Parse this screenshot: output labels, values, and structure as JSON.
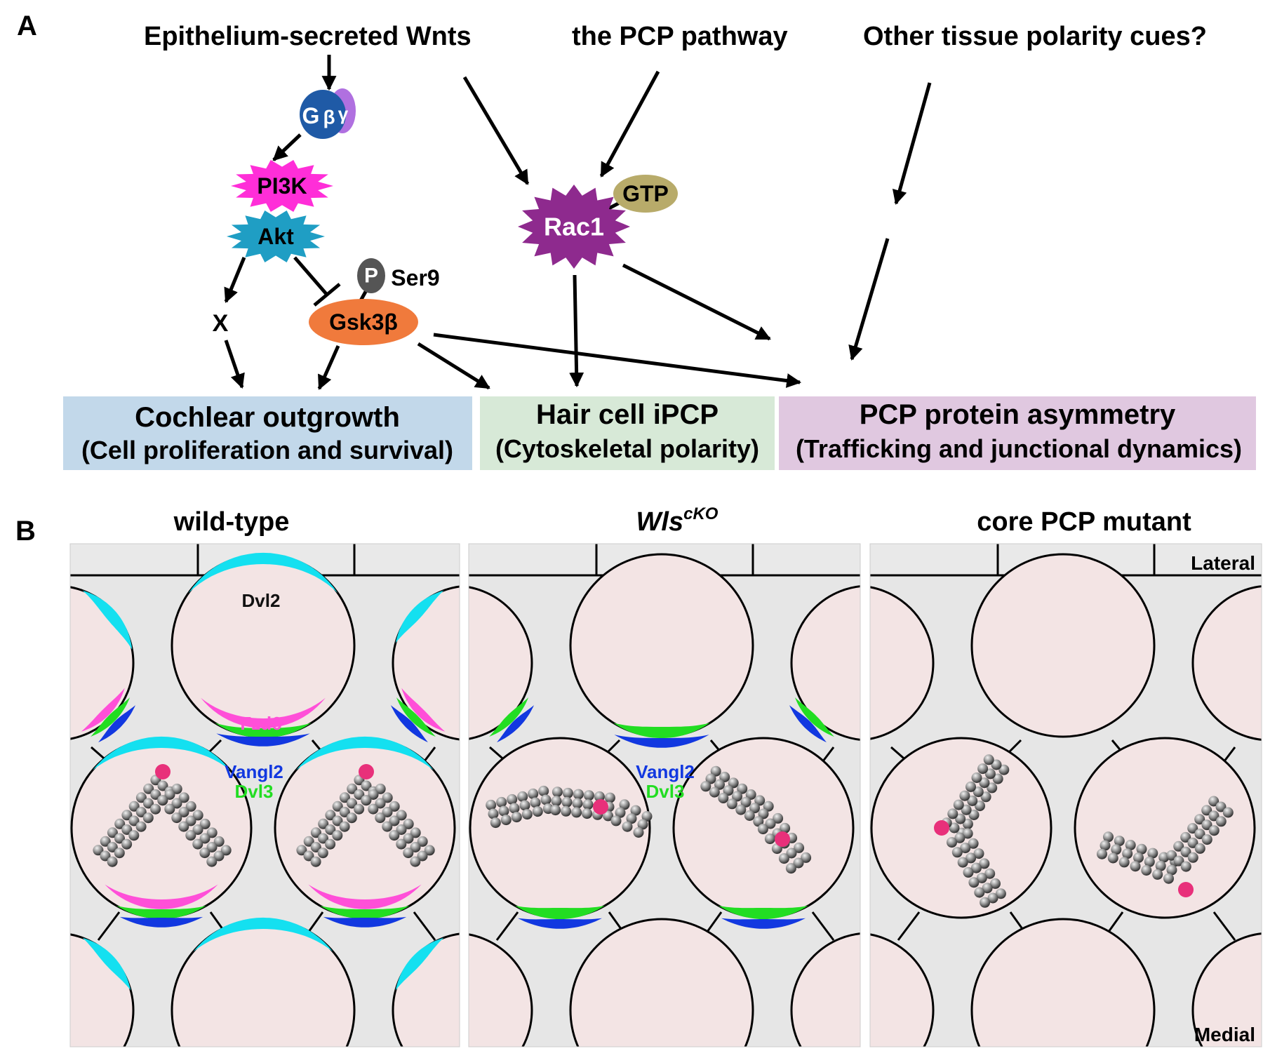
{
  "panel_a": {
    "label": "A",
    "sources": {
      "wnts": "Epithelium-secreted Wnts",
      "pcp": "the PCP pathway",
      "other": "Other tissue polarity cues?"
    },
    "nodes": {
      "gbg_g": "G",
      "gbg_beta": "β",
      "gbg_gamma": "γ",
      "pi3k": "PI3K",
      "akt": "Akt",
      "x": "X",
      "p": "P",
      "ser9": "Ser9",
      "gsk": "Gsk3β",
      "rac1": "Rac1",
      "gtp": "GTP"
    },
    "outcomes": {
      "cochlear_title": "Cochlear outgrowth",
      "cochlear_sub": "(Cell proliferation and survival)",
      "hair_title": "Hair cell iPCP",
      "hair_sub": "(Cytoskeletal polarity)",
      "pcp_title": "PCP protein asymmetry",
      "pcp_sub": "(Trafficking and junctional dynamics)"
    },
    "colors": {
      "gbg_blue": "#1f5aa6",
      "gbg_purple": "#b070e0",
      "pi3k": "#ff2ed8",
      "akt": "#1f9ec4",
      "p_badge": "#555555",
      "gsk": "#f07a3c",
      "rac1": "#8e2a8e",
      "gtp": "#b8ab6a",
      "box_blue": "#c2d8ea",
      "box_green": "#d7e9d7",
      "box_purple": "#e0c8e0"
    }
  },
  "panel_b": {
    "label": "B",
    "titles": {
      "wt": "wild-type",
      "wls_main": "Wls",
      "wls_sup": "cKO",
      "core": "core PCP mutant"
    },
    "proteins": {
      "dvl2": "Dvl2",
      "fzd6": "Fzd6",
      "vangl2": "Vangl2",
      "dvl3": "Dvl3"
    },
    "axis": {
      "lateral": "Lateral",
      "medial": "Medial"
    },
    "colors": {
      "dvl2": "#14e0f0",
      "fzd6": "#ff4fd8",
      "vangl2": "#1238e0",
      "dvl3": "#22dd22",
      "kinocilium": "#e8307a",
      "cell_fill": "#f3e4e4",
      "background": "#e6e6e6"
    }
  }
}
